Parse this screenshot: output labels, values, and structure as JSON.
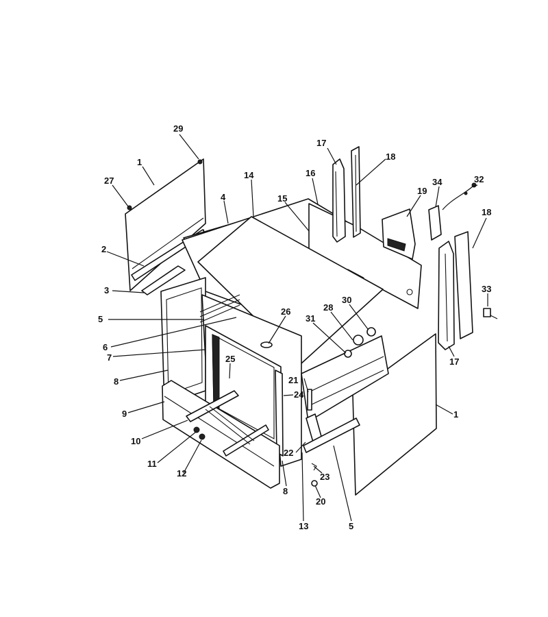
{
  "diagram": {
    "background": "#ffffff",
    "ink": "#111111",
    "labels": {
      "l29": "29",
      "l1a": "1",
      "l27": "27",
      "l2": "2",
      "l3": "3",
      "l4": "4",
      "l14": "14",
      "l5a": "5",
      "l6": "6",
      "l7": "7",
      "l8a": "8",
      "l9": "9",
      "l10": "10",
      "l11": "11",
      "l12": "12",
      "l17a": "17",
      "l18a": "18",
      "l16": "16",
      "l15": "15",
      "l19": "19",
      "l34": "34",
      "l32": "32",
      "l18b": "18",
      "l33": "33",
      "l17b": "17",
      "l1b": "1",
      "l26": "26",
      "l28": "28",
      "l30": "30",
      "l31": "31",
      "l25": "25",
      "l21": "21",
      "l24": "24",
      "l22": "22",
      "l23": "23",
      "l20": "20",
      "l13": "13",
      "l5b": "5",
      "l8b": "8"
    }
  }
}
